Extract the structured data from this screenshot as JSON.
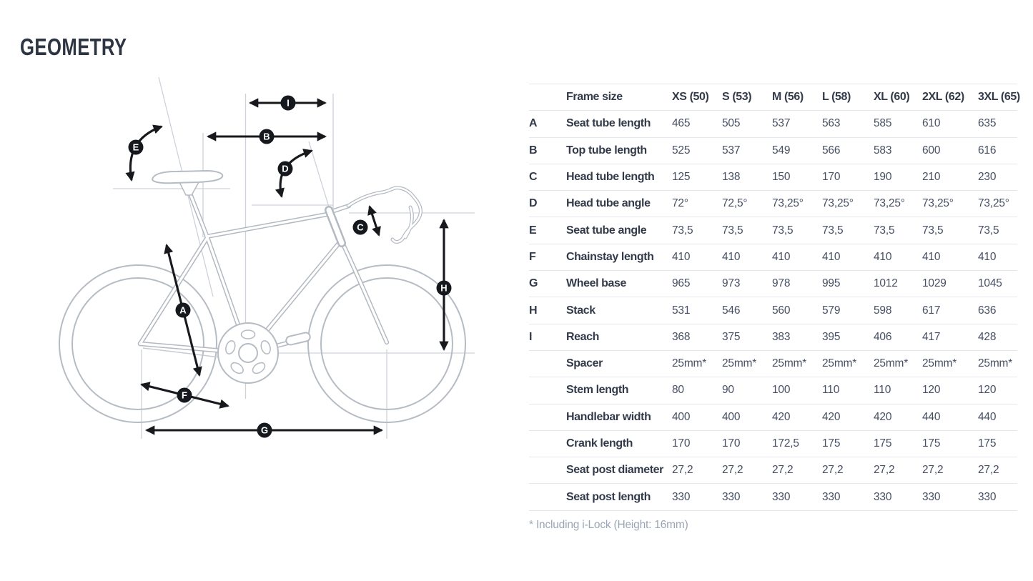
{
  "title": "GEOMETRY",
  "diagram": {
    "description": "road bike side-view line drawing with dimension arrows",
    "markers": {
      "a": "A",
      "b": "B",
      "c": "C",
      "d": "D",
      "e": "E",
      "f": "F",
      "g": "G",
      "h": "H",
      "i": "I"
    }
  },
  "table": {
    "header": {
      "label": "Frame size",
      "sizes": [
        "XS (50)",
        "S (53)",
        "M (56)",
        "L (58)",
        "XL (60)",
        "2XL (62)",
        "3XL (65)"
      ]
    },
    "rows": [
      {
        "letter": "A",
        "label": "Seat tube length",
        "values": [
          "465",
          "505",
          "537",
          "563",
          "585",
          "610",
          "635"
        ]
      },
      {
        "letter": "B",
        "label": "Top tube length",
        "values": [
          "525",
          "537",
          "549",
          "566",
          "583",
          "600",
          "616"
        ]
      },
      {
        "letter": "C",
        "label": "Head tube length",
        "values": [
          "125",
          "138",
          "150",
          "170",
          "190",
          "210",
          "230"
        ]
      },
      {
        "letter": "D",
        "label": "Head tube angle",
        "values": [
          "72°",
          "72,5°",
          "73,25°",
          "73,25°",
          "73,25°",
          "73,25°",
          "73,25°"
        ]
      },
      {
        "letter": "E",
        "label": "Seat tube angle",
        "values": [
          "73,5",
          "73,5",
          "73,5",
          "73,5",
          "73,5",
          "73,5",
          "73,5"
        ]
      },
      {
        "letter": "F",
        "label": "Chainstay length",
        "values": [
          "410",
          "410",
          "410",
          "410",
          "410",
          "410",
          "410"
        ]
      },
      {
        "letter": "G",
        "label": "Wheel base",
        "values": [
          "965",
          "973",
          "978",
          "995",
          "1012",
          "1029",
          "1045"
        ]
      },
      {
        "letter": "H",
        "label": "Stack",
        "values": [
          "531",
          "546",
          "560",
          "579",
          "598",
          "617",
          "636"
        ]
      },
      {
        "letter": "I",
        "label": "Reach",
        "values": [
          "368",
          "375",
          "383",
          "395",
          "406",
          "417",
          "428"
        ]
      },
      {
        "letter": "",
        "label": "Spacer",
        "values": [
          "25mm*",
          "25mm*",
          "25mm*",
          "25mm*",
          "25mm*",
          "25mm*",
          "25mm*"
        ]
      },
      {
        "letter": "",
        "label": "Stem length",
        "values": [
          "80",
          "90",
          "100",
          "110",
          "110",
          "120",
          "120"
        ]
      },
      {
        "letter": "",
        "label": "Handlebar width",
        "values": [
          "400",
          "400",
          "420",
          "420",
          "420",
          "440",
          "440"
        ]
      },
      {
        "letter": "",
        "label": "Crank length",
        "values": [
          "170",
          "170",
          "172,5",
          "175",
          "175",
          "175",
          "175"
        ]
      },
      {
        "letter": "",
        "label": "Seat post diameter",
        "values": [
          "27,2",
          "27,2",
          "27,2",
          "27,2",
          "27,2",
          "27,2",
          "27,2"
        ]
      },
      {
        "letter": "",
        "label": "Seat post length",
        "values": [
          "330",
          "330",
          "330",
          "330",
          "330",
          "330",
          "330"
        ]
      }
    ],
    "footnote": "* Including i-Lock (Height: 16mm)"
  },
  "colors": {
    "text_dark": "#333b4a",
    "text_value": "#464f63",
    "separator": "#e4e8ee",
    "sketch_gray": "#b6bcc4",
    "helper_gray": "#cdd2da",
    "arrow_black": "#17191d",
    "footnote_gray": "#9aa6b6",
    "background": "#ffffff"
  }
}
